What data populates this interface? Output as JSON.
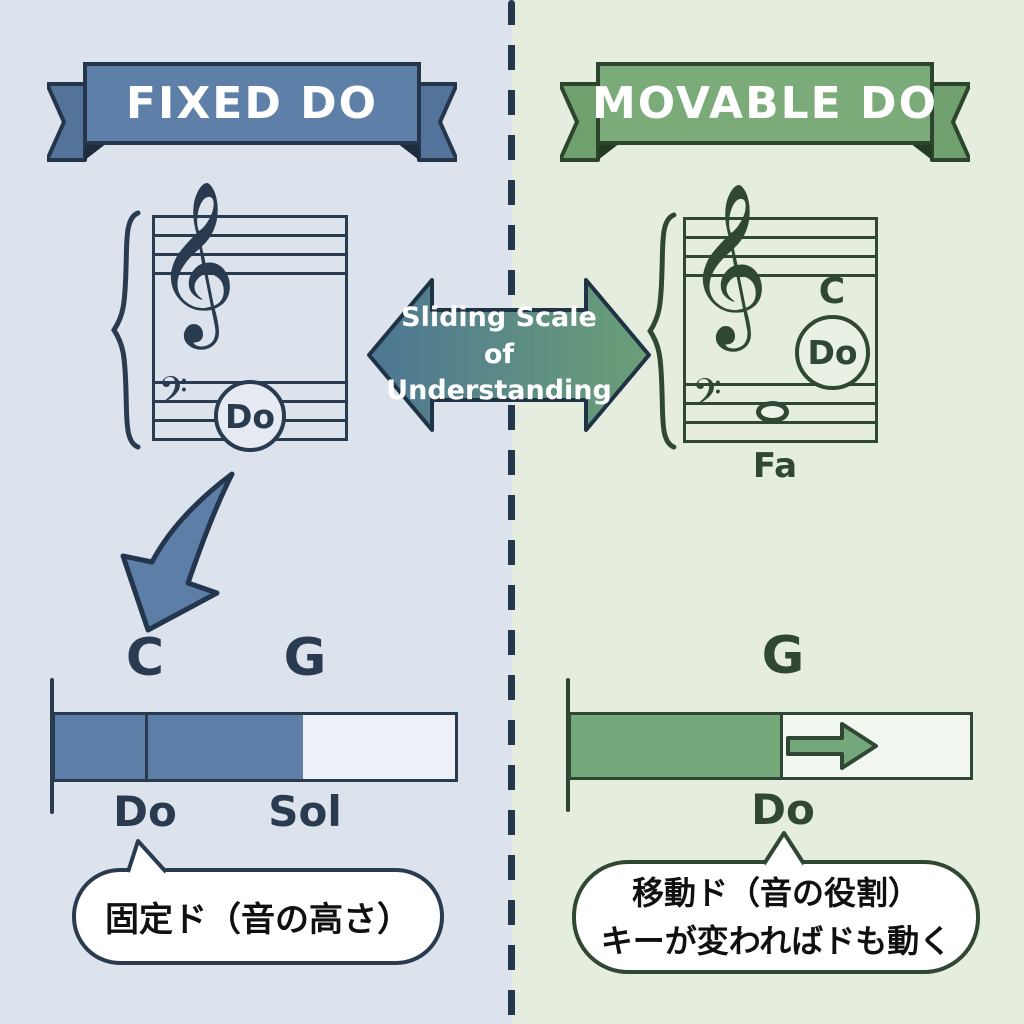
{
  "left": {
    "banner": "FIXED DO",
    "staff": {
      "note_label": "Do"
    },
    "chart": {
      "type": "bar",
      "top_labels": [
        "C",
        "G"
      ],
      "bottom_labels": [
        "Do",
        "Sol"
      ],
      "fill_fraction": 0.61,
      "divider_fraction": 0.23
    },
    "bubble": "固定ド（音の高さ）"
  },
  "right": {
    "banner": "MOVABLE DO",
    "staff": {
      "key_label": "C",
      "note_label": "Do",
      "bass_label": "Fa"
    },
    "chart": {
      "type": "bar",
      "top_labels": [
        "G"
      ],
      "bottom_labels": [
        "Do"
      ],
      "fill_fraction": 0.53
    },
    "bubble_line1": "移動ド（音の役割）",
    "bubble_line2": "キーが変わればドも動く"
  },
  "center": {
    "arrow_line1": "Sliding Scale of",
    "arrow_line2": "Understanding"
  },
  "colors": {
    "left_background": "#dce3ed",
    "right_background": "#e4edde",
    "blue_accent": "#5d7ea6",
    "green_accent": "#74a77a",
    "navy_outline": "#2a3b50",
    "dark_green_outline": "#2f4733",
    "divider": "#24384c"
  }
}
